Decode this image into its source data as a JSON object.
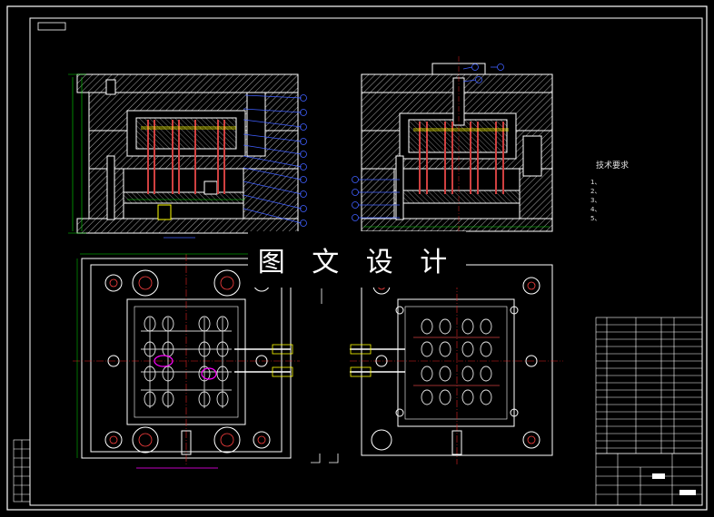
{
  "watermark": "图 文 设 计",
  "notes": {
    "title": "技术要求",
    "lines": [
      "1、",
      "2、",
      "3、",
      "",
      "4、",
      "",
      "5、"
    ]
  },
  "colors": {
    "background": "#000000",
    "frame": "#ffffff",
    "outline": "#ffffff",
    "hatch": "#00d0d0",
    "centerline": "#e02020",
    "ejector_pin": "#d04040",
    "waterline": "#ffff00",
    "dimension": "#00e000",
    "balloon": "#4060ff",
    "highlight": "#ff00ff"
  }
}
